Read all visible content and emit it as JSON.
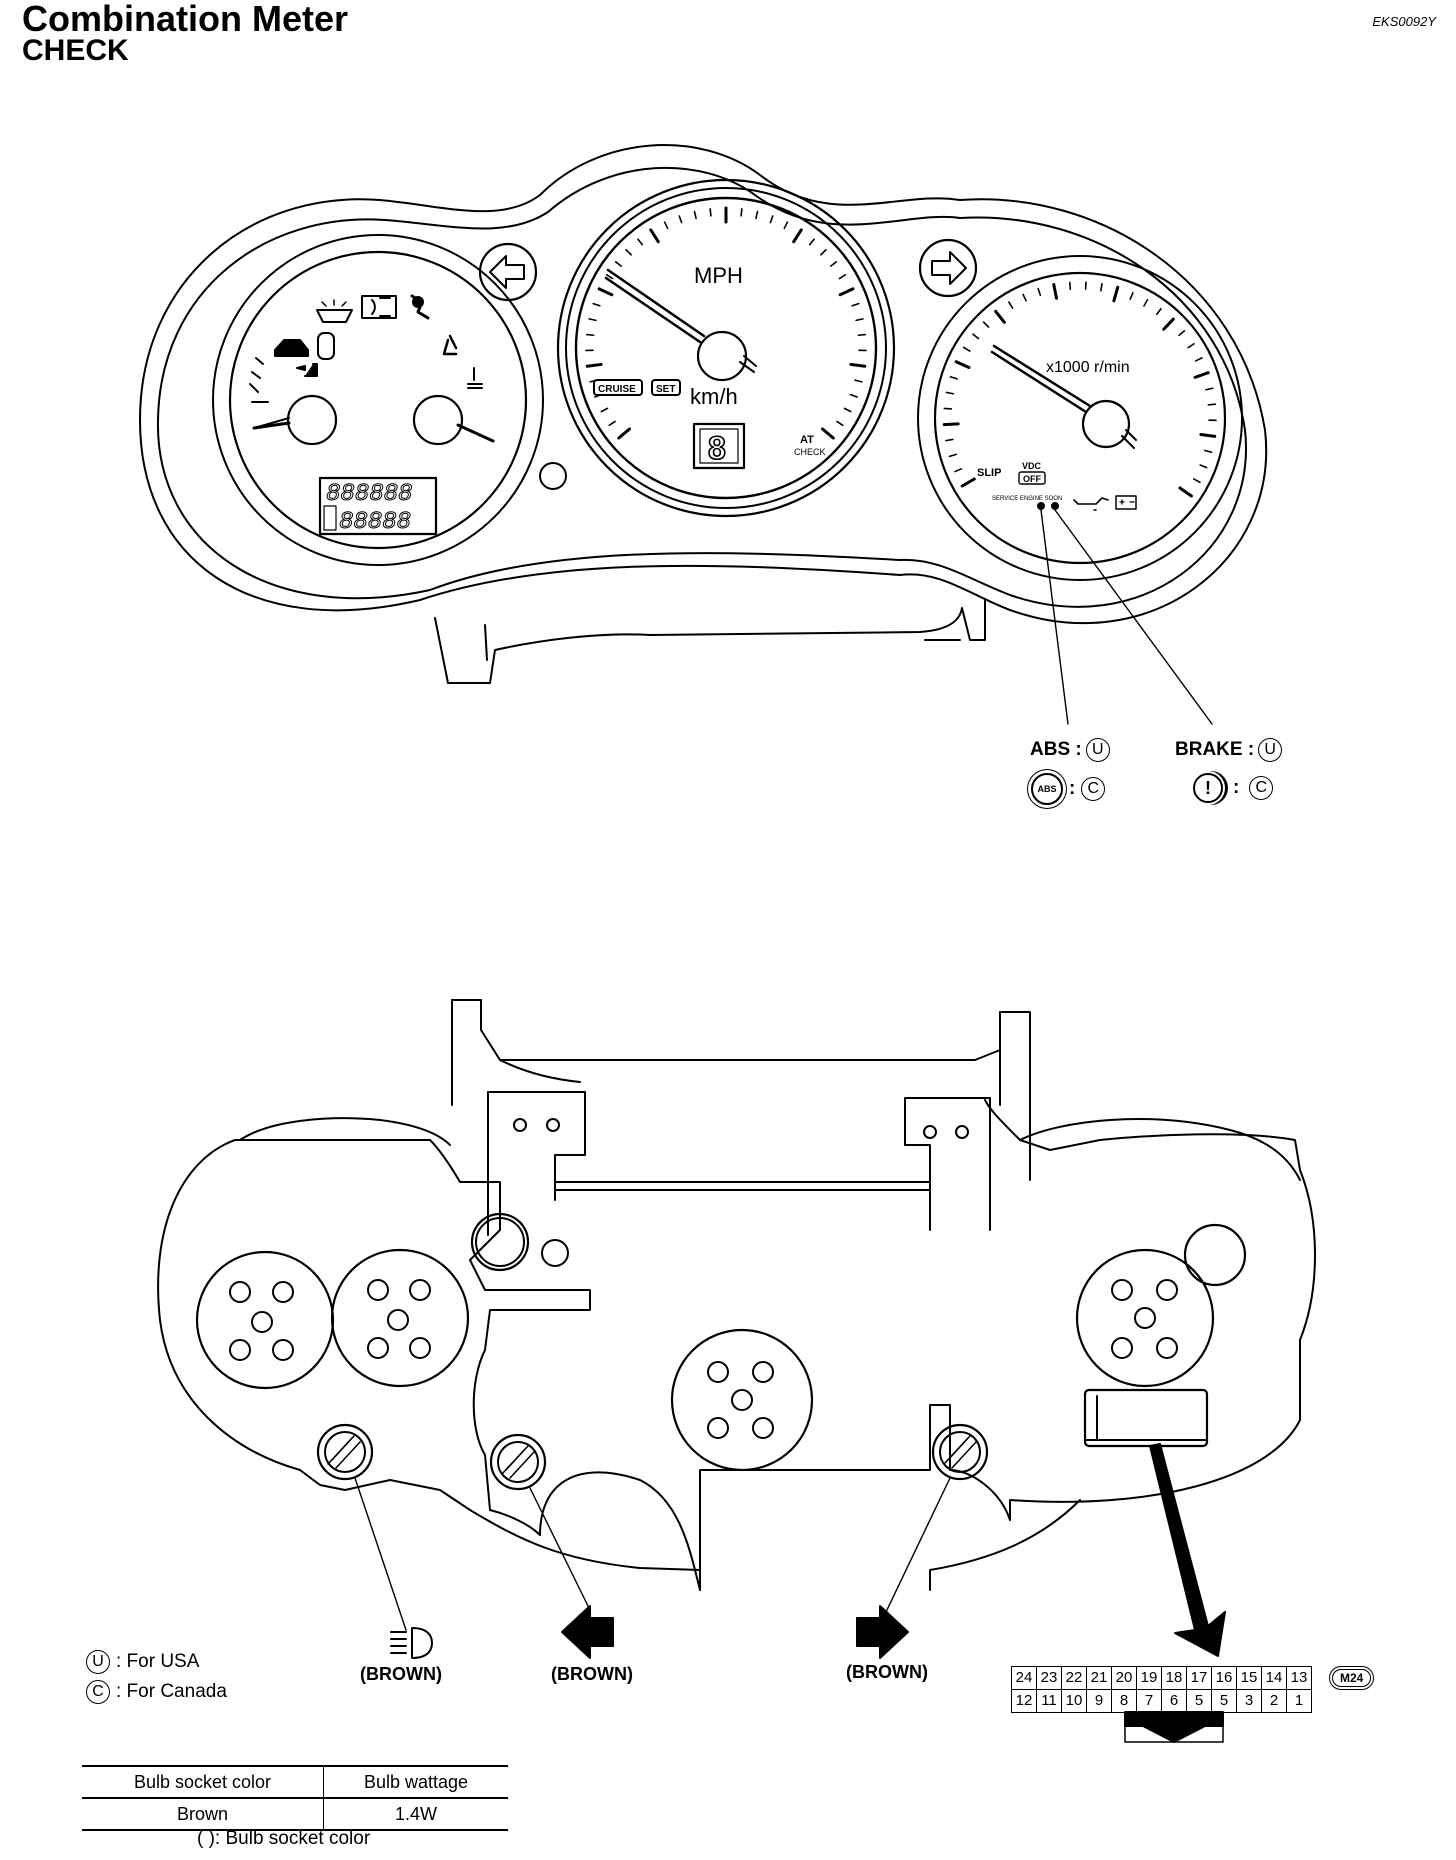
{
  "header": {
    "title": "Combination Meter",
    "subtitle": "CHECK",
    "doc_code": "EKS0092Y"
  },
  "gauges": {
    "speedo_units_top": "MPH",
    "speedo_units_bottom": "km/h",
    "cruise_label": "CRUISE",
    "set_label": "SET",
    "gear_digit": "8",
    "at_check_top": "AT",
    "at_check_bottom": "CHECK",
    "tach_units": "x1000 r/min",
    "slip_label": "SLIP",
    "vdc_top": "VDC",
    "vdc_bottom": "OFF",
    "service_engine": "SERVICE ENGINE SOON",
    "odo_line1": "888888",
    "odo_line2": "88888"
  },
  "callouts": {
    "abs_label": "ABS :",
    "abs_region": "U",
    "abs_icon_text": "ABS",
    "abs_icon_region": "C",
    "brake_label": "BRAKE :",
    "brake_region": "U",
    "brake_icon_text": "!",
    "brake_icon_region": "C"
  },
  "sockets": {
    "left_label": "(BROWN)",
    "mid_label": "(BROWN)",
    "right_label": "(BROWN)"
  },
  "connector": {
    "id": "M24",
    "top_row": [
      "24",
      "23",
      "22",
      "21",
      "20",
      "19",
      "18",
      "17",
      "16",
      "15",
      "14",
      "13"
    ],
    "bottom_row": [
      "12",
      "11",
      "10",
      "9",
      "8",
      "7",
      "6",
      "5",
      "5",
      "3",
      "2",
      "1"
    ]
  },
  "legend": {
    "usa_letter": "U",
    "usa_text": ": For USA",
    "canada_letter": "C",
    "canada_text": ": For Canada"
  },
  "bulb_table": {
    "headers": [
      "Bulb socket color",
      "Bulb wattage"
    ],
    "rows": [
      [
        "Brown",
        "1.4W"
      ]
    ],
    "footnote": "( ): Bulb socket color"
  }
}
